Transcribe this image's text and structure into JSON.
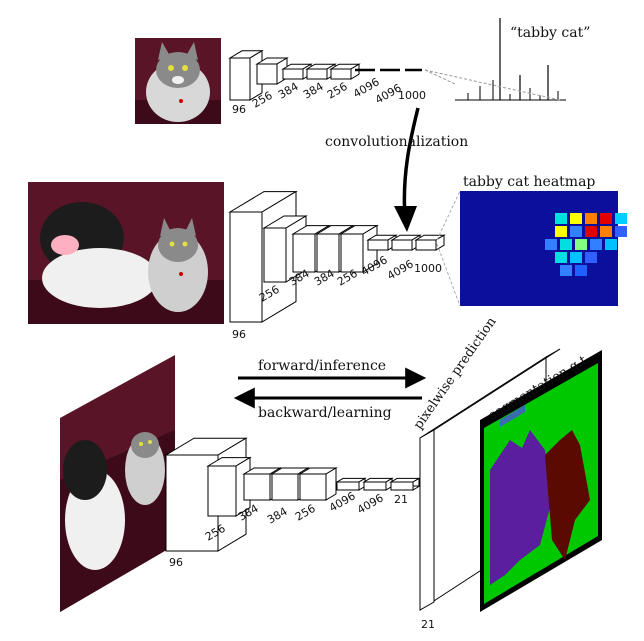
{
  "row1": {
    "class_label": "“tabby cat”",
    "layers": [
      "96",
      "256",
      "384",
      "384",
      "256",
      "4096",
      "4096",
      "1000"
    ]
  },
  "row2": {
    "arrow_label": "convolutionalization",
    "heatmap_title": "tabby cat heatmap",
    "layers": [
      "96",
      "256",
      "384",
      "384",
      "256",
      "4096",
      "4096",
      "1000"
    ]
  },
  "row3": {
    "forward_label": "forward/inference",
    "backward_label": "backward/learning",
    "pixelwise_label": "pixelwise prediction",
    "segmentation_label": "segmentation g.t.",
    "layers": [
      "96",
      "256",
      "384",
      "384",
      "256",
      "4096",
      "4096",
      "21"
    ],
    "output_depth": "21"
  },
  "colors": {
    "heatmap_bg": "#0a0f9c",
    "seg_background": "#00c800",
    "seg_dog": "#5a1e9e",
    "seg_cat": "#5a0a00",
    "seg_border": "#000000",
    "photo_wall": "#5a1428"
  },
  "icons": [
    "cat-photo-icon",
    "dog-and-cat-photo-icon",
    "segmentation-mask-icon",
    "heatmap-icon"
  ]
}
